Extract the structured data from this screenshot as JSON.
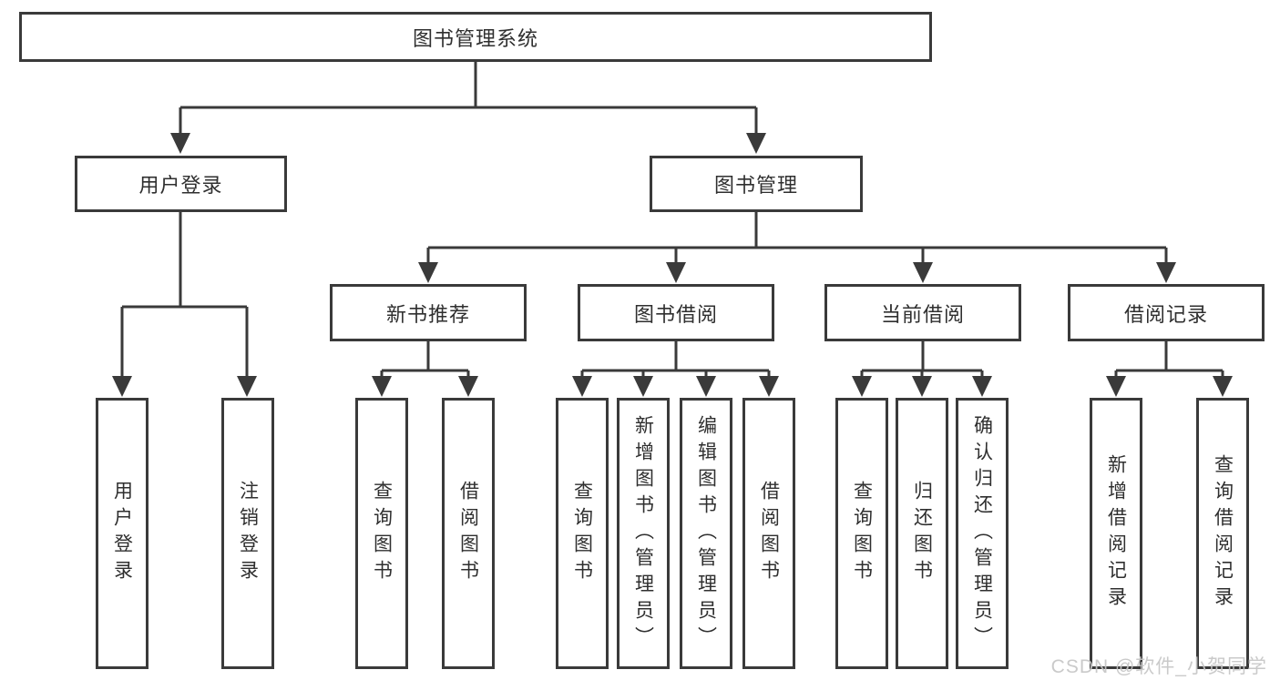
{
  "tree": {
    "root": "图书管理系统",
    "level1": [
      {
        "label": "用户登录",
        "leaves": [
          "用户登录",
          "注销登录"
        ]
      },
      {
        "label": "图书管理",
        "children": [
          {
            "label": "新书推荐",
            "leaves": [
              "查询图书",
              "借阅图书"
            ]
          },
          {
            "label": "图书借阅",
            "leaves": [
              "查询图书",
              "新增图书（管理员）",
              "编辑图书（管理员）",
              "借阅图书"
            ]
          },
          {
            "label": "当前借阅",
            "leaves": [
              "查询图书",
              "归还图书",
              "确认归还（管理员）"
            ]
          },
          {
            "label": "借阅记录",
            "leaves": [
              "新增借阅记录",
              "查询借阅记录"
            ]
          }
        ]
      }
    ]
  },
  "watermark": "CSDN @软件_小贺同学",
  "colors": {
    "line": "#3a3a3a",
    "text": "#2f2f2f",
    "background": "#ffffff",
    "watermark": "#c5c5c5"
  }
}
